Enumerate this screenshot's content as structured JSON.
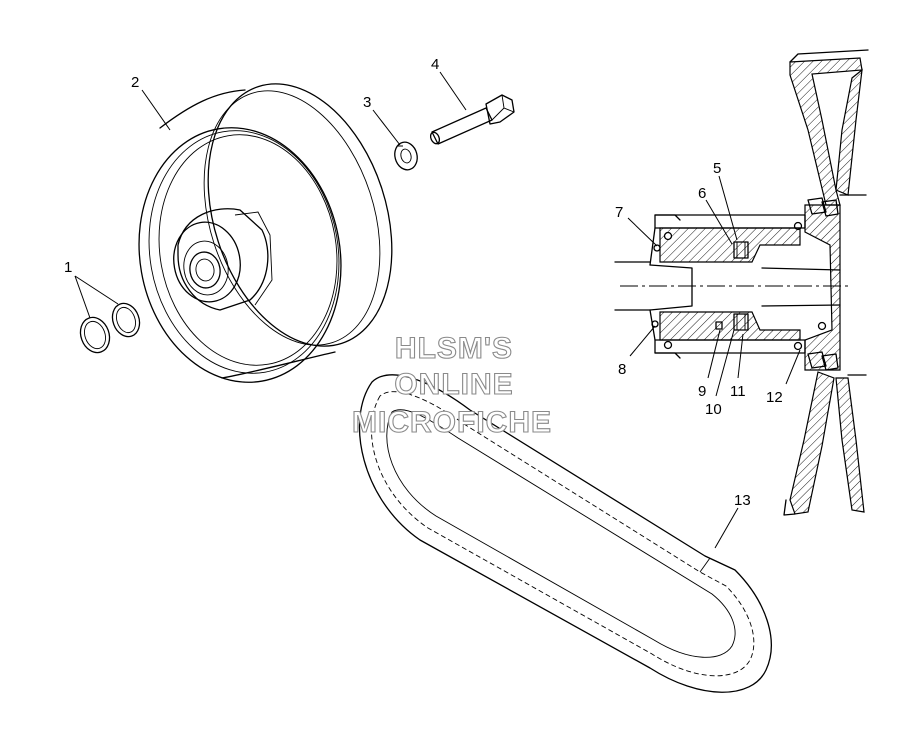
{
  "watermark": {
    "line1": "HLSM'S",
    "line2": "ONLINE",
    "line3": "MICROFICHE"
  },
  "callouts": [
    {
      "id": "1",
      "label": "1"
    },
    {
      "id": "2",
      "label": "2"
    },
    {
      "id": "3",
      "label": "3"
    },
    {
      "id": "4",
      "label": "4"
    },
    {
      "id": "5",
      "label": "5"
    },
    {
      "id": "6",
      "label": "6"
    },
    {
      "id": "7",
      "label": "7"
    },
    {
      "id": "8",
      "label": "8"
    },
    {
      "id": "9",
      "label": "9"
    },
    {
      "id": "10",
      "label": "10"
    },
    {
      "id": "11",
      "label": "11"
    },
    {
      "id": "12",
      "label": "12"
    },
    {
      "id": "13",
      "label": "13"
    }
  ],
  "colors": {
    "line": "#000000",
    "background": "#ffffff",
    "watermark_outline": "#8a8a8a"
  }
}
